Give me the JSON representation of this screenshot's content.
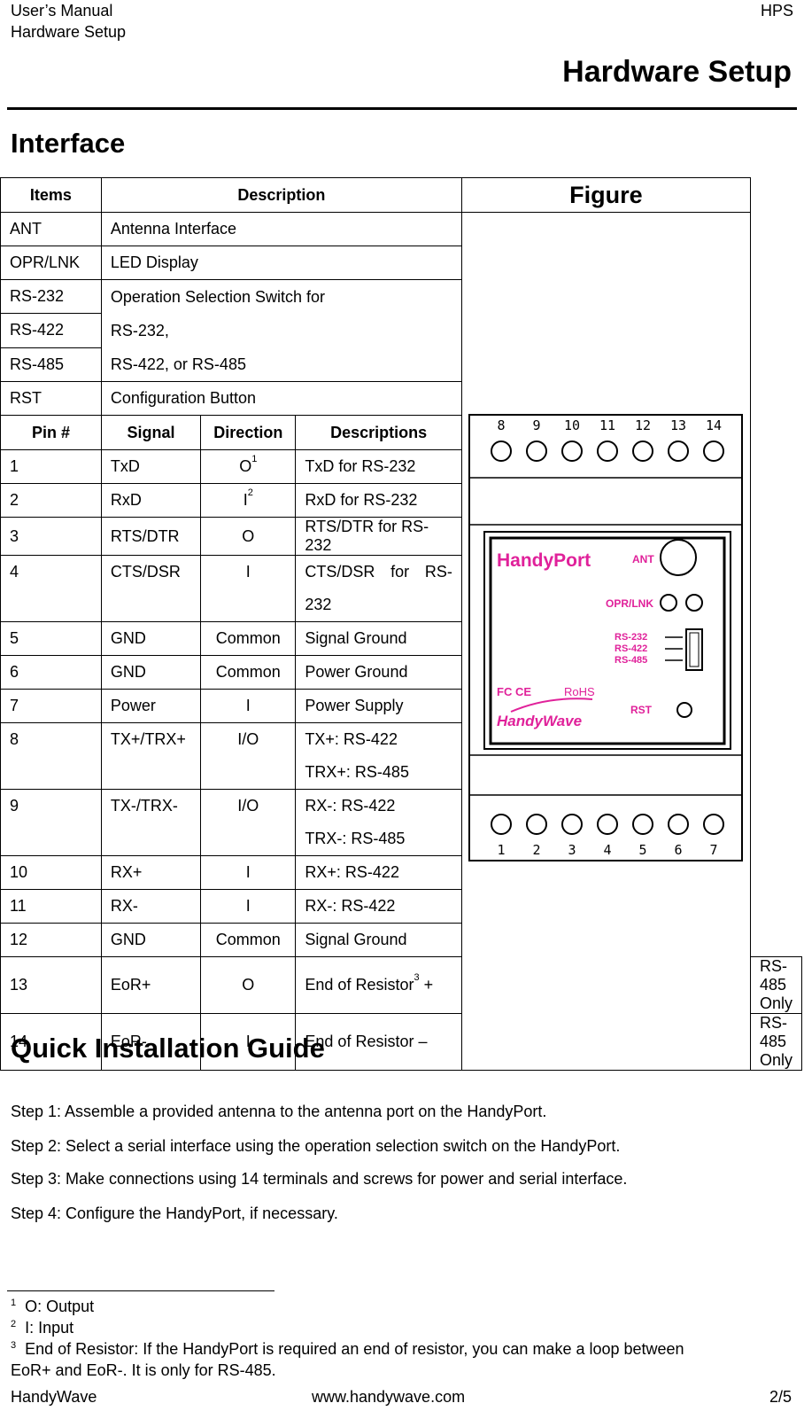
{
  "header": {
    "left_line1": "User’s Manual",
    "left_line2": "Hardware Setup",
    "right": "HPS",
    "title": "Hardware Setup"
  },
  "interface": {
    "heading": "Interface",
    "columns": {
      "items": "Items",
      "description": "Description",
      "figure": "Figure"
    },
    "items": [
      {
        "name": "ANT",
        "desc": "Antenna Interface"
      },
      {
        "name": "OPR/LNK",
        "desc": "LED Display"
      },
      {
        "name": "RS-232"
      },
      {
        "name": "RS-422"
      },
      {
        "name": "RS-485"
      },
      {
        "name": "RST",
        "desc": "Configuration Button"
      }
    ],
    "switch_desc": [
      "Operation Selection Switch for",
      "RS-232,",
      "RS-422, or RS-485"
    ],
    "pin_columns": {
      "pin": "Pin #",
      "signal": "Signal",
      "direction": "Direction",
      "descriptions": "Descriptions"
    },
    "pins": [
      {
        "pin": "1",
        "signal": "TxD",
        "dir": "O",
        "sup": "1",
        "desc": "TxD for RS-232"
      },
      {
        "pin": "2",
        "signal": "RxD",
        "dir": "I",
        "sup": "2",
        "desc": "RxD for RS-232"
      },
      {
        "pin": "3",
        "signal": "RTS/DTR",
        "dir": "O",
        "desc": "RTS/DTR for RS-232"
      },
      {
        "pin": "4",
        "signal": "CTS/DSR",
        "dir": "I",
        "desc_a": "CTS/DSR   for   RS-",
        "desc_b": "232"
      },
      {
        "pin": "5",
        "signal": "GND",
        "dir": "Common",
        "desc": "Signal Ground"
      },
      {
        "pin": "6",
        "signal": "GND",
        "dir": "Common",
        "desc": "Power Ground"
      },
      {
        "pin": "7",
        "signal": "Power",
        "dir": "I",
        "desc": "Power Supply"
      },
      {
        "pin": "8",
        "signal": "TX+/TRX+",
        "dir": "I/O",
        "desc_a": "TX+: RS-422",
        "desc_b": "TRX+: RS-485"
      },
      {
        "pin": "9",
        "signal": "TX-/TRX-",
        "dir": "I/O",
        "desc_a": "RX-: RS-422",
        "desc_b": "TRX-: RS-485"
      },
      {
        "pin": "10",
        "signal": "RX+",
        "dir": "I",
        "desc": "RX+: RS-422"
      },
      {
        "pin": "11",
        "signal": "RX-",
        "dir": "I",
        "desc": "RX-: RS-422"
      },
      {
        "pin": "12",
        "signal": "GND",
        "dir": "Common",
        "desc": "Signal Ground"
      },
      {
        "pin": "13",
        "signal": "EoR+",
        "dir": "O",
        "desc": "End of Resistor",
        "desc_sup": "3",
        "desc_tail": " +",
        "figure": "RS-485 Only"
      },
      {
        "pin": "14",
        "signal": "EoR-",
        "dir": "I",
        "desc": "End of Resistor –",
        "figure": "RS-485 Only"
      }
    ],
    "device": {
      "top_numbers": [
        "8",
        "9",
        "10",
        "11",
        "12",
        "13",
        "14"
      ],
      "bottom_numbers": [
        "1",
        "2",
        "3",
        "4",
        "5",
        "6",
        "7"
      ],
      "brand": "HandyPort",
      "label_ant": "ANT",
      "label_oprlnk": "OPR/LNK",
      "label_rs232": "RS-232",
      "label_rs422": "RS-422",
      "label_rs485": "RS-485",
      "label_rst": "RST",
      "cert": "FC  CE",
      "rohs": "RoHS",
      "maker": "HandyWave"
    }
  },
  "guide": {
    "heading": "Quick Installation Guide",
    "steps": [
      "Step 1: Assemble a provided antenna to the antenna port on the HandyPort.",
      "Step 2: Select a serial interface using the operation selection switch on the HandyPort.",
      "Step 3: Make connections using 14 terminals and screws for power and serial interface.",
      "Step 4: Configure the HandyPort, if necessary."
    ]
  },
  "footnotes": [
    {
      "num": "1",
      "text": "O: Output"
    },
    {
      "num": "2",
      "text": "I: Input"
    },
    {
      "num": "3",
      "text": "End of Resistor: If the HandyPort is required an end of resistor, you can make a loop between",
      "cont": "EoR+ and EoR-. It is only for RS-485."
    }
  ],
  "footer": {
    "left": "HandyWave",
    "center": "www.handywave.com",
    "right": "2/5"
  }
}
